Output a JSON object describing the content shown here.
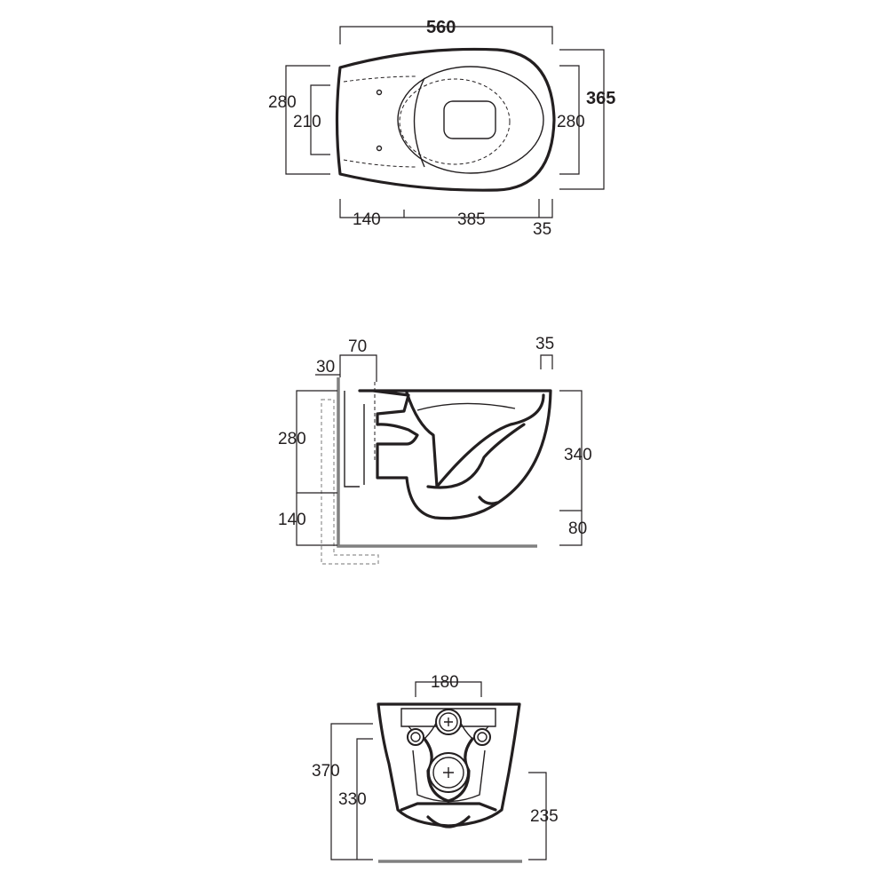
{
  "top_view": {
    "overall_length": "560",
    "overall_width": "365",
    "left_outer_width": "280",
    "left_inner_width": "210",
    "right_width": "280",
    "hole_offset": "140",
    "bowl_length": "385",
    "rim_offset": "35"
  },
  "side_view": {
    "outlet_depth": "70",
    "wall_offset": "30",
    "rim_thickness": "35",
    "fixing_height": "280",
    "outlet_height": "140",
    "bowl_height": "340",
    "floor_clearance": "80"
  },
  "rear_view": {
    "hole_spacing": "180",
    "overall_height": "370",
    "inner_height": "330",
    "outlet_height": "235"
  },
  "colors": {
    "line": "#231f20",
    "wall": "#808080"
  }
}
